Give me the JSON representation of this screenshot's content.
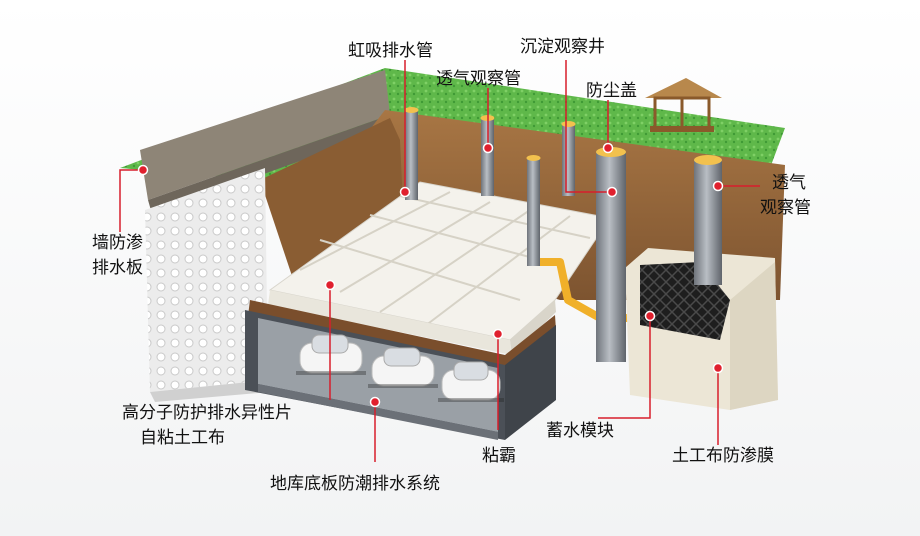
{
  "labels": {
    "siphon_pipe": "虹吸排水管",
    "vent_pipe_top": "透气观察管",
    "settling_well": "沉淀观察井",
    "dust_cover": "防尘盖",
    "vent_pipe_right_1": "透气",
    "vent_pipe_right_2": "观察管",
    "wall_board_1": "墙防渗",
    "wall_board_2": "排水板",
    "polymer_sheet_1": "高分子防护排水异性片",
    "polymer_sheet_2": "自粘土工布",
    "floor_system": "地库底板防潮排水系统",
    "zhanba": "粘霸",
    "storage_module": "蓄水模块",
    "geotextile_membrane": "土工布防渗膜"
  },
  "colors": {
    "grass": "#5fb84a",
    "soil": "#9b6a3c",
    "pipe": "#8a8f96",
    "leader": "#d81e2c",
    "dot": "#e0202e"
  }
}
